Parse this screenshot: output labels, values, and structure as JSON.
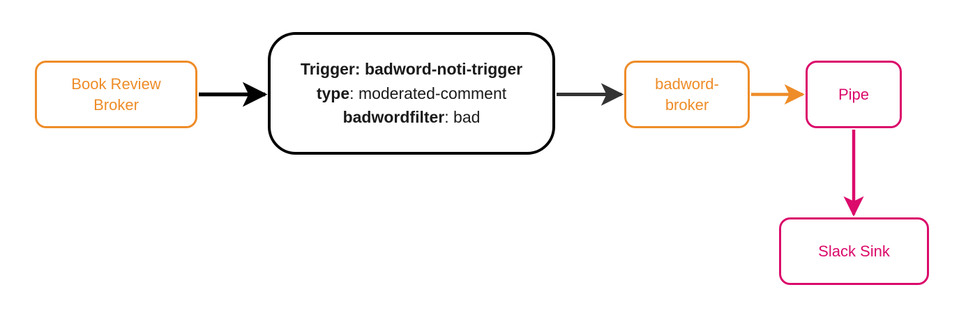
{
  "diagram": {
    "nodes": {
      "book_review_broker": {
        "label_line1": "Book Review",
        "label_line2": "Broker",
        "color": "#EE8C28"
      },
      "trigger": {
        "line1_key": "Trigger:",
        "line1_value": "badword-noti-trigger",
        "line2_key": "type",
        "line2_sep": ": ",
        "line2_value": "moderated-comment",
        "line3_key": "badwordfilter",
        "line3_sep": ": ",
        "line3_value": "bad",
        "color": "#000000"
      },
      "badword_broker": {
        "label_line1": "badword-",
        "label_line2": "broker",
        "color": "#EE8C28"
      },
      "pipe": {
        "label": "Pipe",
        "color": "#DB0A6B"
      },
      "slack_sink": {
        "label": "Slack Sink",
        "color": "#DB0A6B"
      }
    },
    "edges": [
      {
        "name": "book-review-broker-to-trigger",
        "color": "#000000"
      },
      {
        "name": "trigger-to-badword-broker",
        "color": "#333333"
      },
      {
        "name": "badword-broker-to-pipe",
        "color": "#EE8C28"
      },
      {
        "name": "pipe-to-slack-sink",
        "color": "#DB0A6B"
      }
    ]
  }
}
